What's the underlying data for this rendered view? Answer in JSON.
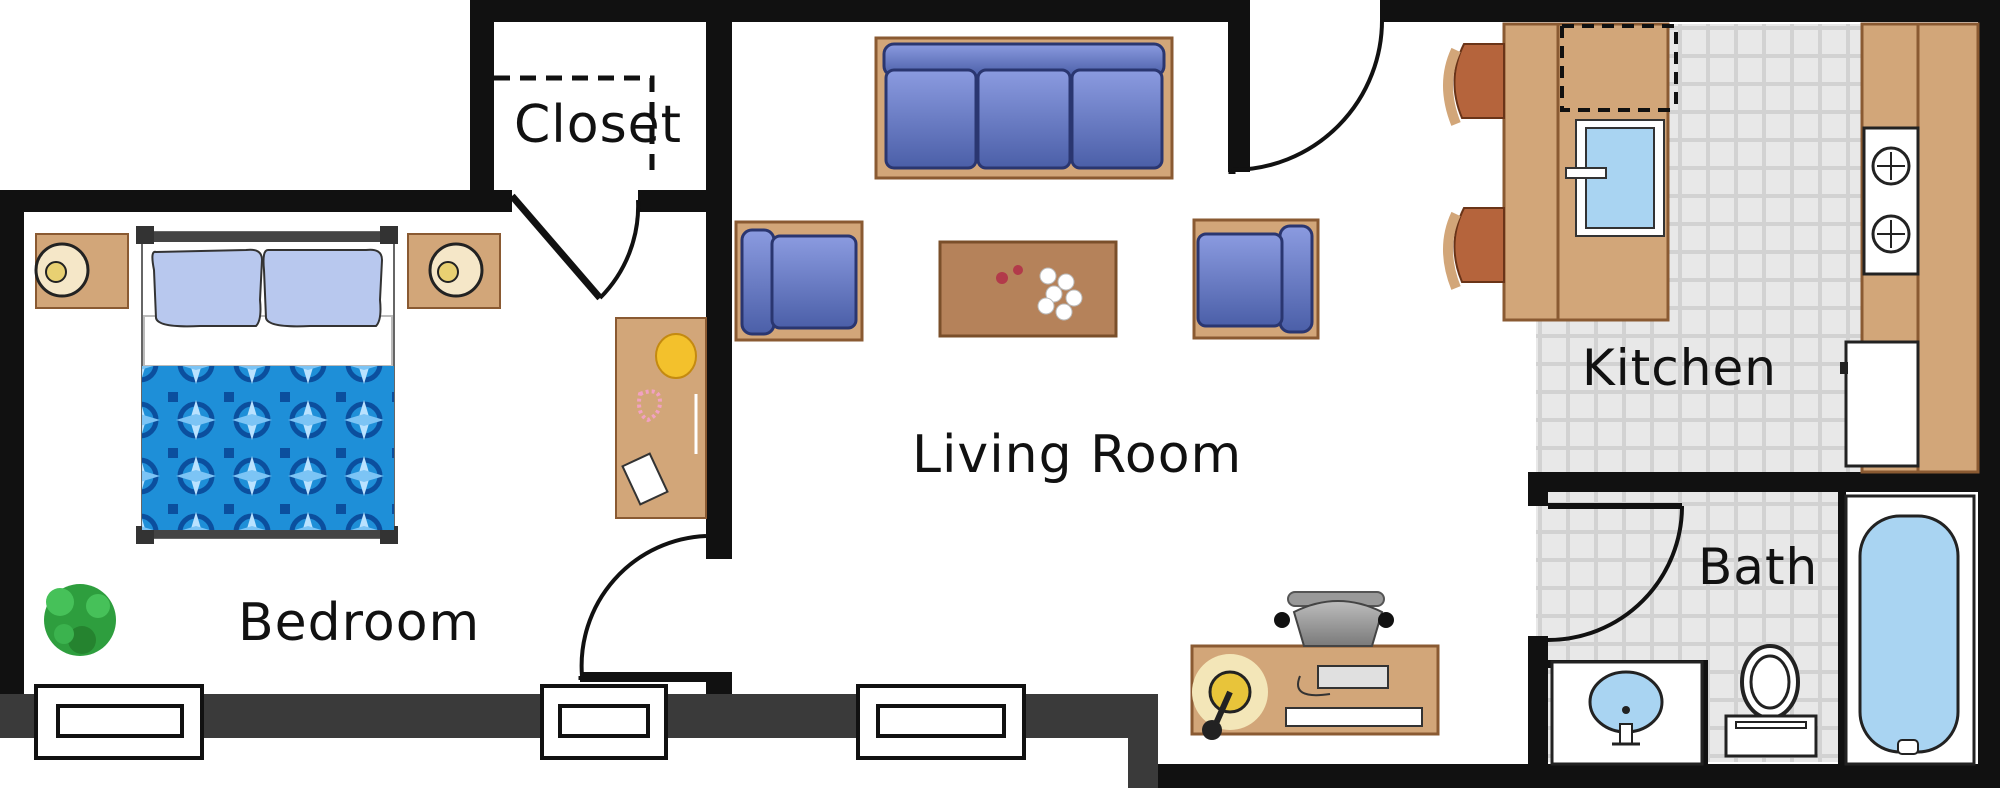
{
  "rooms": {
    "closet": "Closet",
    "living_room": "Living Room",
    "bedroom": "Bedroom",
    "kitchen": "Kitchen",
    "bath": "Bath"
  },
  "colors": {
    "wall": "#111111",
    "exterior_wall": "#3a3a3a",
    "wood": "#d2a679",
    "wood_dark": "#8a5a32",
    "upholstery": "#5b6fb5",
    "upholstery_light": "#8c9fe0",
    "pillow": "#b8c8ee",
    "bedspread": "#1f8fd6",
    "tile_light": "#e6e6e6",
    "tile_dark": "#cfcfcf",
    "fixture_blue": "#a9d4f2",
    "plant": "#2e9e3e",
    "stool": "#b5643c"
  }
}
